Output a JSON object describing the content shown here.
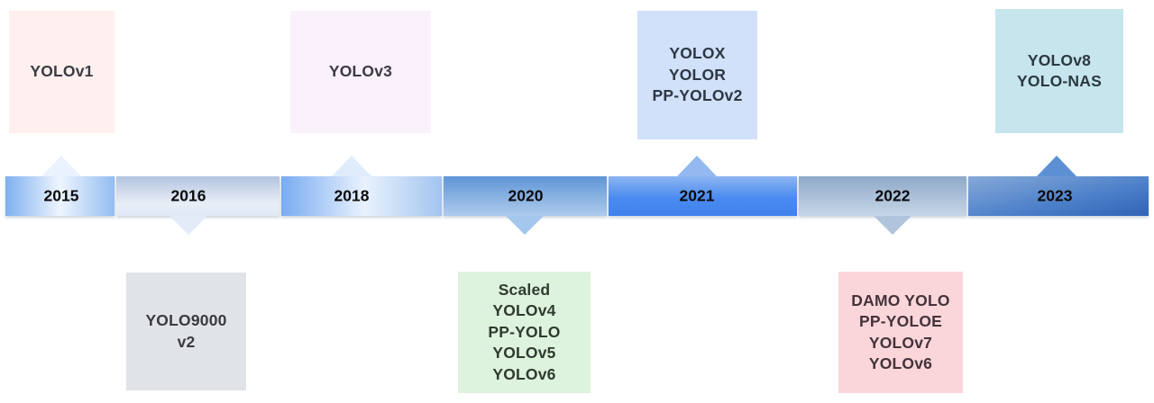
{
  "diagram": {
    "subject": "YOLO object-detection model release timeline",
    "background": "#ffffff"
  },
  "timeline": {
    "milestones": [
      {
        "year": "2015",
        "direction": "up",
        "models": [
          "YOLOv1"
        ],
        "box_bg": "#fdf0ee",
        "box_text_color": "#3b3b42",
        "segment_colors": [
          "#7eb0ef",
          "#eef5fe",
          "#93bdf1"
        ],
        "arrow_color": "#eaf2fd"
      },
      {
        "year": "2016",
        "direction": "down",
        "models": [
          "YOLO9000",
          "v2"
        ],
        "box_bg": "#e0e3e7",
        "box_text_color": "#3a3a40",
        "segment_colors": [
          "#b3c4df",
          "#e9eef7",
          "#dfe8f4"
        ],
        "arrow_color": "#e2ebf7"
      },
      {
        "year": "2018",
        "direction": "up",
        "models": [
          "YOLOv3"
        ],
        "box_bg": "#faf1fc",
        "box_text_color": "#3b3b42",
        "segment_colors": [
          "#78abf1",
          "#e9f2fd",
          "#a3c4f0"
        ],
        "arrow_color": "#dfecfb"
      },
      {
        "year": "2020",
        "direction": "down",
        "models": [
          "Scaled",
          "YOLOv4",
          "PP-YOLO",
          "YOLOv5",
          "YOLOv6"
        ],
        "box_bg": "#def3dd",
        "box_text_color": "#2f3b31",
        "segment_colors": [
          "#6095d7",
          "#aecbec"
        ],
        "arrow_color": "#a5c7ee"
      },
      {
        "year": "2021",
        "direction": "up",
        "models": [
          "YOLOX",
          "YOLOR",
          "PP-YOLOv2"
        ],
        "box_bg": "#d0e1f9",
        "box_text_color": "#2e3744",
        "segment_colors": [
          "#8cb5f1",
          "#4b8bef",
          "#3f82ee"
        ],
        "arrow_color": "#93b9f0"
      },
      {
        "year": "2022",
        "direction": "down",
        "models": [
          "DAMO YOLO",
          "PP-YOLOE",
          "YOLOv7",
          "YOLOv6"
        ],
        "box_bg": "#fad6da",
        "box_text_color": "#44333a",
        "segment_colors": [
          "#8ea9c8",
          "#c7d5e7"
        ],
        "arrow_color": "#b0c5dd"
      },
      {
        "year": "2023",
        "direction": "up",
        "models": [
          "YOLOv8",
          "YOLO-NAS"
        ],
        "box_bg": "#c7e5ed",
        "box_text_color": "#2c3940",
        "segment_colors": [
          "#86a9d8",
          "#4b7fc9",
          "#2f64b5"
        ],
        "arrow_color": "#5d90d3"
      }
    ]
  }
}
